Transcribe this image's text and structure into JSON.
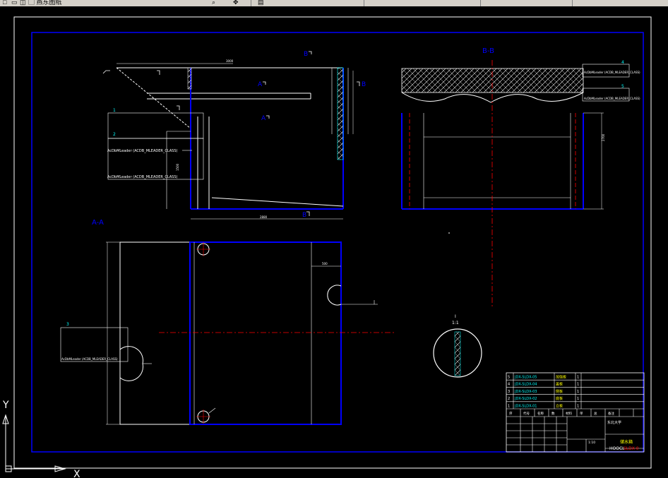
{
  "toolbar": {
    "left_label": "▢ 燕东图纸",
    "icon_names": [
      "new-icon",
      "open-icon",
      "save-icon",
      "zoom-icon",
      "pan-icon",
      "layer-icon"
    ]
  },
  "colors": {
    "background": "#000000",
    "frame": "#ffffff",
    "border_blue": "#0000ff",
    "center_red": "#ff0000",
    "cyan": "#00ffff",
    "text_white": "#ffffff",
    "toolbar": "#d4d0c8"
  },
  "drawing": {
    "section_aa_label": "A-A",
    "section_bb_label": "B-B",
    "mark_a": "A",
    "mark_b": "B",
    "leader_1_text": "AcDbMLeader (ACDB_MLEADER_CLASS)",
    "leader_2_text": "AcDbMLeader (ACDB_MLEADER_CLASS)",
    "leader_3_text": "AcDbMLeader (ACDB_MLEADER_CLASS)",
    "balloon_1": "1",
    "balloon_2": "2",
    "balloon_3": "3",
    "balloon_4": "4",
    "balloon_5": "5",
    "detail_label": "I",
    "detail_scale": "1:1",
    "dim_top": "3000",
    "dim_bottom": "2880",
    "dim_side": "1500",
    "dim_notch": "500",
    "dim_bb_height": "2700",
    "leader_bb_1": "AcDbMLeader (ACDB_MLEADER_CLASS)",
    "leader_bb_2": "AcDbMLeader (ACDB_MLEADER_CLASS)"
  },
  "title_block": {
    "bom_rows": [
      {
        "no": "5",
        "code": "JDX-SLDX-05",
        "name": "加强板",
        "qty": "1"
      },
      {
        "no": "4",
        "code": "JDX-SLDX-04",
        "name": "盖板",
        "qty": "1"
      },
      {
        "no": "3",
        "code": "JDX-SLDX-03",
        "name": "侧板",
        "qty": "1"
      },
      {
        "no": "2",
        "code": "JDX-SLDX-02",
        "name": "底板",
        "qty": "1"
      },
      {
        "no": "1",
        "code": "JDX-SLDX-01",
        "name": "立板",
        "qty": "1"
      }
    ],
    "header_cells": [
      "序",
      "代号",
      "名称",
      "数",
      "材料",
      "单",
      "总",
      "备注"
    ],
    "company": "东北大学",
    "drawing_title": "储水箱",
    "drawing_number_prefix": "HOOCL",
    "drawing_number_suffix": "SLDX-0",
    "scale_label": "1:10"
  },
  "ucs": {
    "x_label": "X",
    "y_label": "Y"
  }
}
